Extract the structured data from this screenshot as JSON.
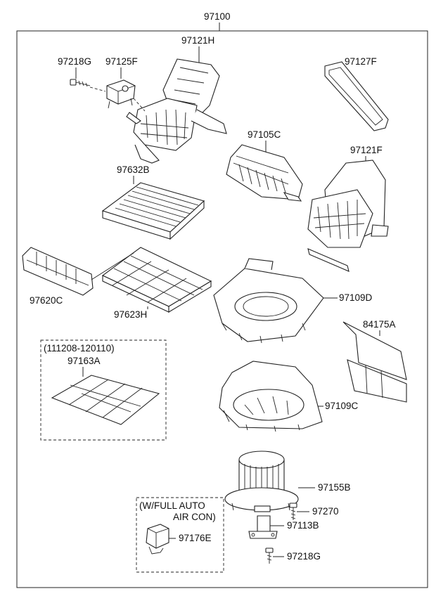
{
  "diagram": {
    "assembly_label": "97100",
    "labels": {
      "p97121H": "97121H",
      "p97218G_top": "97218G",
      "p97125F": "97125F",
      "p97127F": "97127F",
      "p97105C": "97105C",
      "p97121F": "97121F",
      "p97632B": "97632B",
      "p97620C": "97620C",
      "p97623H": "97623H",
      "p97109D": "97109D",
      "p84175A": "84175A",
      "p97109C": "97109C",
      "p97155B": "97155B",
      "p97270": "97270",
      "p97113B": "97113B",
      "p97218G_bottom": "97218G",
      "p97176E": "97176E",
      "p97163A": "97163A"
    },
    "notes": {
      "date_range": "(111208-120110)",
      "option_line1": "(W/FULL AUTO",
      "option_line2": "AIR CON)"
    }
  }
}
